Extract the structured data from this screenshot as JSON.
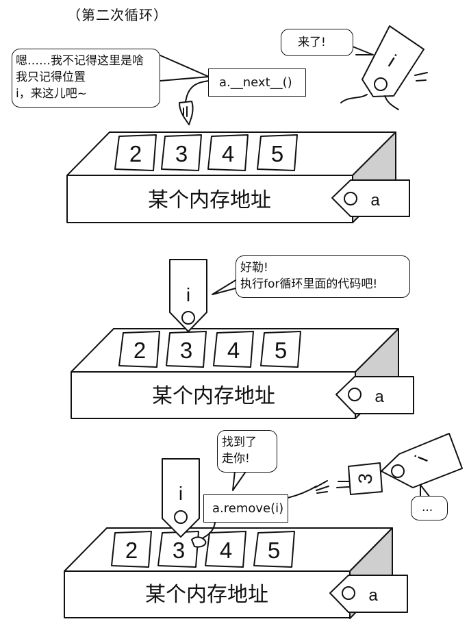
{
  "heading": "（第二次循环）",
  "panels": [
    {
      "cards": [
        "2",
        "3",
        "4",
        "5"
      ],
      "memory_label": "某个内存地址",
      "list_tag": "a",
      "iterator_tag": "i",
      "speech_a": [
        "嗯……我不记得这里是啥",
        "我只记得位置",
        "i，来这儿吧~"
      ],
      "call_box": "a.__next__()",
      "speech_i": "来了!"
    },
    {
      "cards": [
        "2",
        "3",
        "4",
        "5"
      ],
      "memory_label": "某个内存地址",
      "list_tag": "a",
      "iterator_tag": "i",
      "speech_i": [
        "好勒!",
        "执行for循环里面的代码吧!"
      ]
    },
    {
      "cards": [
        "2",
        "3",
        "4",
        "5"
      ],
      "memory_label": "某个内存地址",
      "list_tag": "a",
      "iterator_tag": "i",
      "call_box": "a.remove(i)",
      "speech_remove": [
        "找到了",
        "走你!"
      ],
      "flying_card": "3",
      "flying_tag": "i",
      "speech_flying": "..."
    }
  ]
}
